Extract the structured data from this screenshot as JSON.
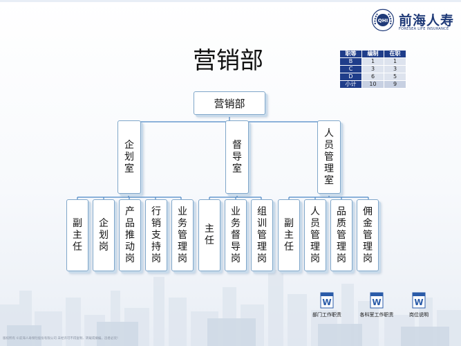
{
  "logo": {
    "name_cn": "前海人寿",
    "name_en": "FORESEA LIFE INSURANCE",
    "mark": "QHI"
  },
  "title": "营销部",
  "staff_table": {
    "headers": [
      "职等",
      "编制",
      "在职"
    ],
    "rows": [
      {
        "grade": "B",
        "quota": "1",
        "current": "1"
      },
      {
        "grade": "C",
        "quota": "3",
        "current": "3"
      },
      {
        "grade": "D",
        "quota": "6",
        "current": "5"
      }
    ],
    "total": {
      "label": "小计",
      "quota": "10",
      "current": "9"
    }
  },
  "org": {
    "root": "营销部",
    "divisions": [
      {
        "name": "企划室",
        "positions": [
          "副主任",
          "企划岗",
          "产品推动岗",
          "行销支持岗",
          "业务管理岗"
        ]
      },
      {
        "name": "督导室",
        "positions": [
          "主任",
          "业务督导岗",
          "组训管理岗"
        ]
      },
      {
        "name": "人员管理室",
        "positions": [
          "副主任",
          "人员管理岗",
          "品质管理岗",
          "佣金管理岗"
        ]
      }
    ]
  },
  "documents": [
    {
      "label": "部门工作职责",
      "icon": "word-doc-icon"
    },
    {
      "label": "各科室工作职责",
      "icon": "word-doc-icon"
    },
    {
      "label": "岗位说明",
      "icon": "word-doc-icon"
    }
  ],
  "copyright": "版权所有 ©前海人寿保险股份有限公司 未经许可不得复制、转载或摘编，违者必究！",
  "colors": {
    "brand": "#1f3d8a",
    "box_border": "#7fa6c9",
    "connector": "#4a86c5"
  }
}
